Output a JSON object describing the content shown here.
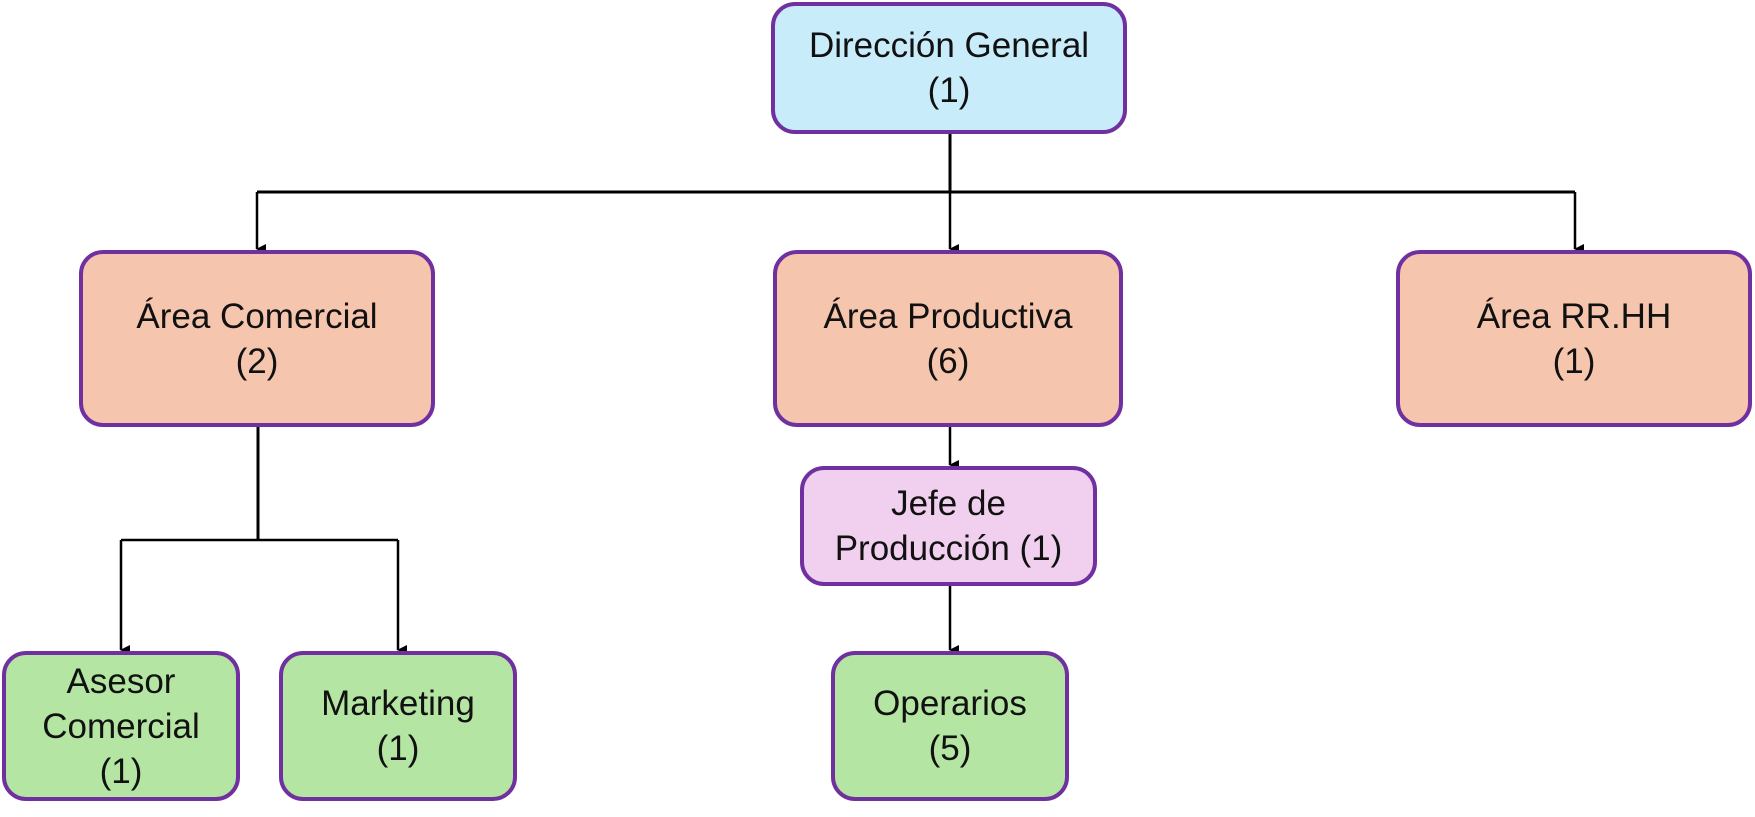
{
  "colors": {
    "border": "#7030a0",
    "top_fill": "#c8ecfa",
    "area_fill": "#f6c5ae",
    "manager_fill": "#f1cfee",
    "staff_fill": "#b4e5a2",
    "connector": "#000000"
  },
  "nodes": {
    "direccion": {
      "lines": [
        "Dirección General",
        "(1)"
      ]
    },
    "comercial": {
      "lines": [
        "Área Comercial",
        "(2)"
      ]
    },
    "productiva": {
      "lines": [
        "Área Productiva",
        "(6)"
      ]
    },
    "rrhh": {
      "lines": [
        "Área RR.HH",
        "(1)"
      ]
    },
    "jefe": {
      "lines": [
        "Jefe de",
        "Producción (1)"
      ]
    },
    "asesor": {
      "lines": [
        "Asesor",
        "Comercial",
        "(1)"
      ]
    },
    "marketing": {
      "lines": [
        "Marketing",
        "(1)"
      ]
    },
    "operarios": {
      "lines": [
        "Operarios",
        "(5)"
      ]
    }
  },
  "edges": [
    {
      "from": "direccion",
      "to": "comercial"
    },
    {
      "from": "direccion",
      "to": "productiva"
    },
    {
      "from": "direccion",
      "to": "rrhh"
    },
    {
      "from": "comercial",
      "to": "asesor"
    },
    {
      "from": "comercial",
      "to": "marketing"
    },
    {
      "from": "productiva",
      "to": "jefe"
    },
    {
      "from": "jefe",
      "to": "operarios"
    }
  ]
}
